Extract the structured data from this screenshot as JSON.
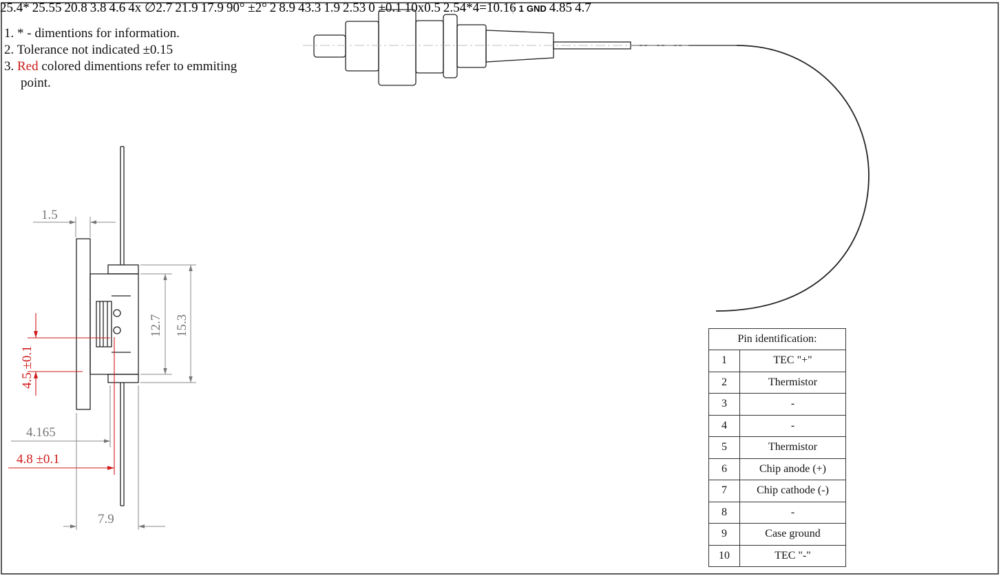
{
  "notes": {
    "n1_num": "1.",
    "n1_text": "* - dimentions for information.",
    "n2_num": "2.",
    "n2_text": "Tolerance not indicated ±0.15",
    "n3_num": "3.",
    "n3_red": "Red",
    "n3_text": "colored dimentions refer to emmiting",
    "n3_text2": "point."
  },
  "dims": {
    "d1": "1.5",
    "d2": "12.7",
    "d3": "15.3",
    "d4": "4.5 ±0.1",
    "d5": "4.165",
    "d6": "4.8 ±0.1",
    "d7": "7.9",
    "d8": "25.4*",
    "d9": "25.55",
    "d10": "20.8",
    "d11": "3.8",
    "d12": "4.6",
    "d13": "4x ∅2.7",
    "d14": "21.9",
    "d15": "17.9",
    "d16": "90° ±2°",
    "d17": "2",
    "d18": "8.9",
    "d19": "43.3",
    "d20": "1.9",
    "d21": "2.53",
    "d22": "0 ±0.1",
    "d23": "10x0.5",
    "d24": "2.54*4=10.16",
    "d25": "4.85",
    "d26": "4.7"
  },
  "labels": {
    "pin1": "1",
    "gnd": "GND"
  },
  "pin_table": {
    "title": "Pin identification:",
    "rows": [
      {
        "num": "1",
        "name": "TEC \"+\""
      },
      {
        "num": "2",
        "name": "Thermistor"
      },
      {
        "num": "3",
        "name": "-"
      },
      {
        "num": "4",
        "name": "-"
      },
      {
        "num": "5",
        "name": "Thermistor"
      },
      {
        "num": "6",
        "name": "Chip anode (+)"
      },
      {
        "num": "7",
        "name": "Chip cathode (-)"
      },
      {
        "num": "8",
        "name": "-"
      },
      {
        "num": "9",
        "name": "Case ground"
      },
      {
        "num": "10",
        "name": "TEC \"-\""
      }
    ]
  },
  "colors": {
    "red": "#d11919",
    "dim_gray": "#777777",
    "line": "#222222"
  }
}
